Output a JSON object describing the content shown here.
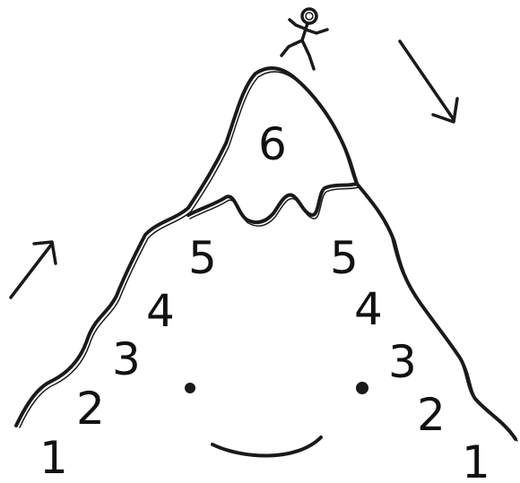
{
  "labels": {
    "left_1": "1",
    "left_2": "2",
    "left_3": "3",
    "left_4": "4",
    "left_5": "5",
    "peak_6": "6",
    "right_5": "5",
    "right_4": "4",
    "right_3": "3",
    "right_2": "2",
    "right_1": "1"
  },
  "colors": {
    "ink": "#1a1a1a",
    "background": "#ffffff"
  },
  "icons": {
    "climber": "stick-figure-icon",
    "up_arrow": "arrow-up-right-icon",
    "down_arrow": "arrow-down-right-icon"
  }
}
